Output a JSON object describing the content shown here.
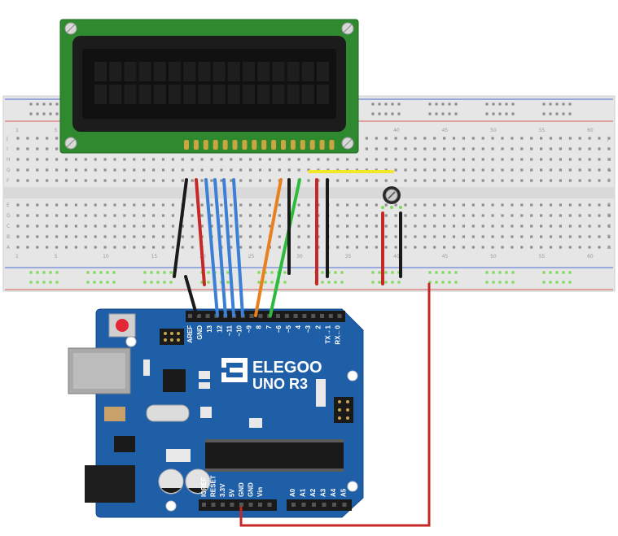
{
  "board": {
    "brand": "ELEGOO",
    "model": "UNO R3",
    "digital_pins": [
      "AREF",
      "GND",
      "13",
      "12",
      "~11",
      "~10",
      "~9",
      "8",
      "7",
      "~6",
      "~5",
      "4",
      "~3",
      "2",
      "TX→1",
      "RX←0"
    ],
    "power_pins": [
      "IOREF",
      "RESET",
      "3.3V",
      "5V",
      "GND",
      "GND",
      "Vin"
    ],
    "analog_pins": [
      "A0",
      "A1",
      "A2",
      "A3",
      "A4",
      "A5"
    ]
  },
  "breadboard": {
    "row_letters_top": [
      "J",
      "I",
      "H",
      "G",
      "F"
    ],
    "row_letters_bottom": [
      "E",
      "D",
      "C",
      "B",
      "A"
    ],
    "column_numbers": [
      "1",
      "5",
      "10",
      "15",
      "20",
      "25",
      "30",
      "35",
      "40",
      "45",
      "50",
      "55",
      "60"
    ]
  },
  "colors": {
    "lcd_pcb": "#2f8a2f",
    "board_blue": "#1f5fa8",
    "wire_blue": "#3b7fd6",
    "wire_red": "#c62828",
    "wire_black": "#1a1a1a",
    "wire_orange": "#e8801e",
    "wire_green": "#2dbb3c",
    "wire_yellow": "#f3e629"
  }
}
